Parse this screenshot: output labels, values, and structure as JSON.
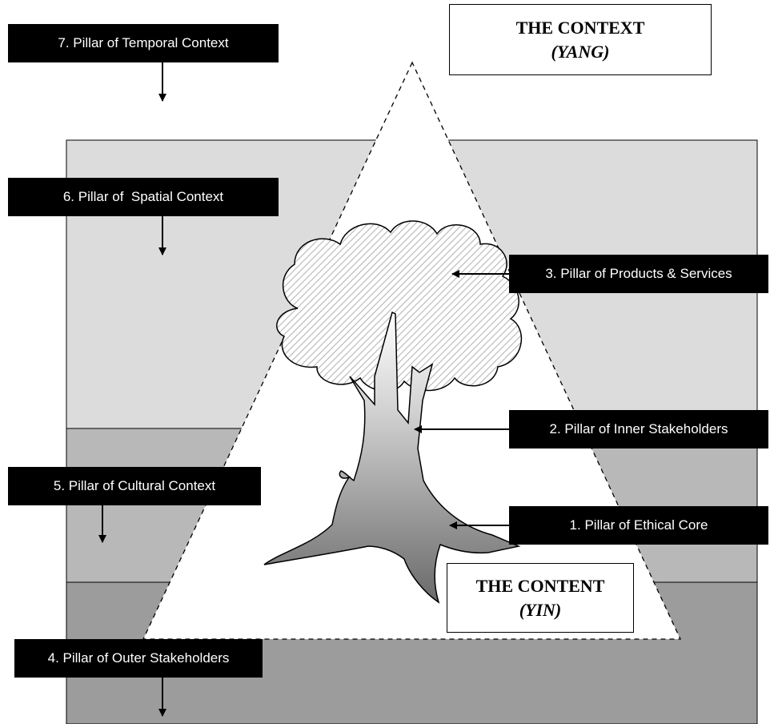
{
  "context_box": {
    "title": "THE CONTEXT",
    "subtitle": "(YANG)"
  },
  "content_box": {
    "title": "THE CONTENT",
    "subtitle": "(YIN)"
  },
  "pillars": [
    {
      "number": 7,
      "label": "7. Pillar of Temporal Context"
    },
    {
      "number": 6,
      "label": "6. Pillar of  Spatial Context"
    },
    {
      "number": 3,
      "label": "3. Pillar of Products & Services"
    },
    {
      "number": 2,
      "label": "2. Pillar of Inner Stakeholders"
    },
    {
      "number": 5,
      "label": "5. Pillar of Cultural Context"
    },
    {
      "number": 1,
      "label": "1. Pillar of Ethical Core"
    },
    {
      "number": 4,
      "label": "4. Pillar of Outer Stakeholders"
    }
  ],
  "colors": {
    "spatial_band": "#dcdcdc",
    "cultural_band": "#b8b8b8",
    "outer_band": "#9c9c9c",
    "label_bg": "#000000",
    "label_text": "#ffffff"
  }
}
